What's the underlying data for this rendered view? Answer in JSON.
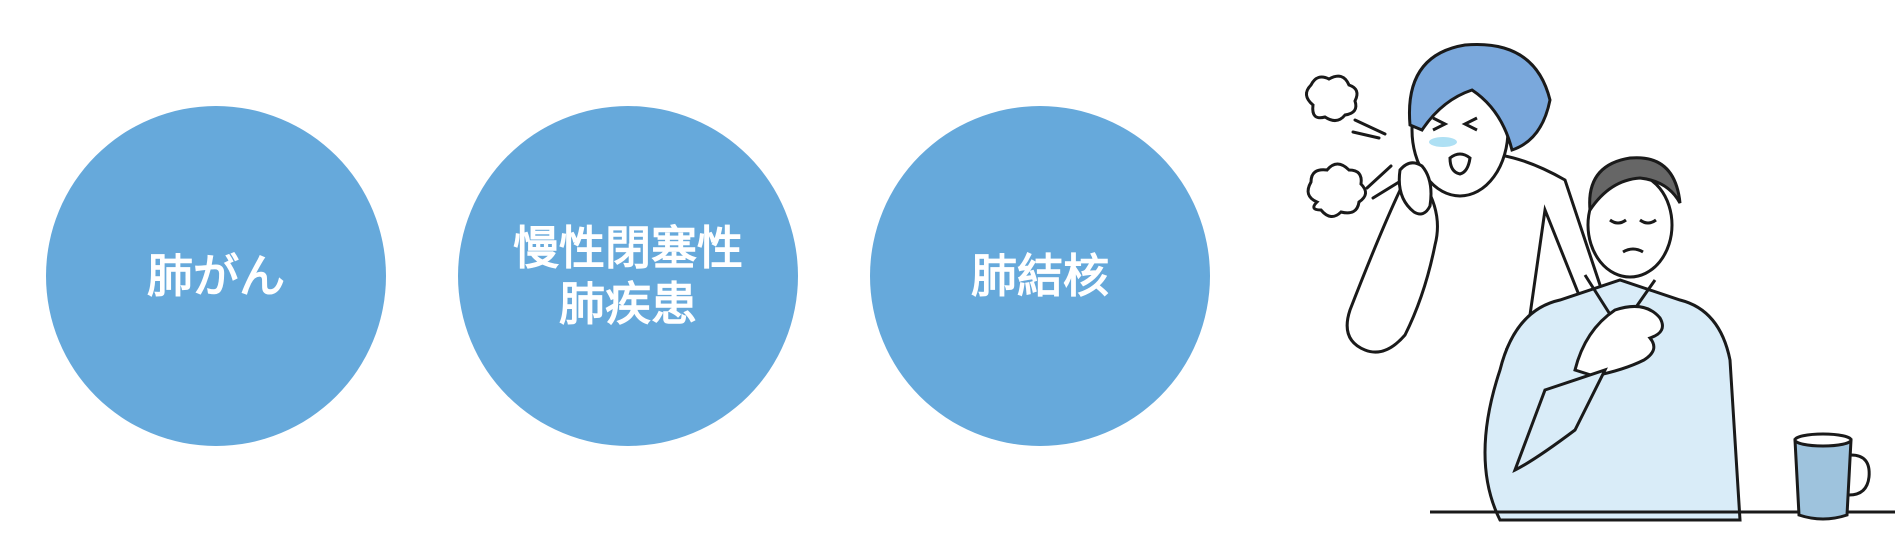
{
  "colors": {
    "circle_fill": "#66a9db",
    "circle_text": "#ffffff",
    "woman_hair": "#7aa8dc",
    "man_shirt": "#d9ecf8",
    "man_hair": "#666666",
    "cup": "#9ec3dd",
    "outline": "#1a1a1a"
  },
  "circles": [
    {
      "lines": [
        "肺がん"
      ]
    },
    {
      "lines": [
        "慢性閉塞性",
        "肺疾患"
      ]
    },
    {
      "lines": [
        "肺結核"
      ]
    }
  ],
  "illustration": {
    "icons": [
      "coughing-woman-icon",
      "cough-puff-icon",
      "man-hand-on-chest-icon",
      "mug-icon"
    ]
  }
}
